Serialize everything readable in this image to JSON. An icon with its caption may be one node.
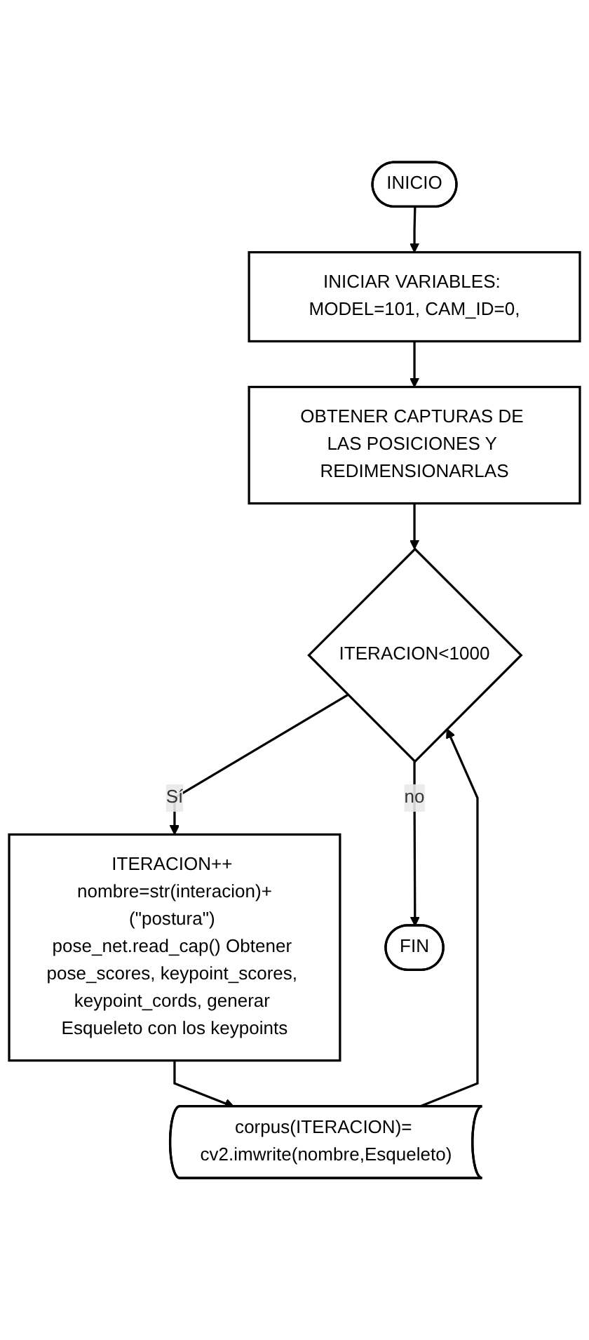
{
  "diagram": {
    "nodes": [
      {
        "text": [
          "INICIO"
        ]
      },
      {
        "text": [
          "INICIAR VARIABLES: MODEL=101, CAM_ID=0,"
        ]
      },
      {
        "text": [
          "OBTENER CAPTURAS DE LAS POSICIONES Y REDIMENSIONARLAS"
        ]
      },
      {
        "text": [
          "ITERACION<1000"
        ]
      },
      {
        "text": [
          "ITERACION++ nombre=str(interacion)+(\"postura\") pose_net.read_cap() Obtener pose_scores, keypoint_scores, keypoint_cords, generar Esqueleto con los keypoints"
        ]
      },
      {
        "text": [
          "corpus(ITERACION)= cv2.imwrite(nombre,Esqueleto)"
        ]
      },
      {
        "text": [
          "FIN"
        ]
      }
    ],
    "edges": [
      {
        "from": 0,
        "to": 1,
        "arrow": "to"
      },
      {
        "from": 1,
        "to": 2,
        "arrow": "to"
      },
      {
        "from": 2,
        "to": 3,
        "arrow": "to"
      },
      {
        "from": 3,
        "to": 4,
        "label": "Sí",
        "arrow": "to"
      },
      {
        "from": 4,
        "to": 5,
        "arrow": "to"
      },
      {
        "from": 5,
        "to": 3,
        "arrow": "to"
      },
      {
        "from": 3,
        "to": 6,
        "label": "no",
        "arrow": "to"
      }
    ]
  }
}
